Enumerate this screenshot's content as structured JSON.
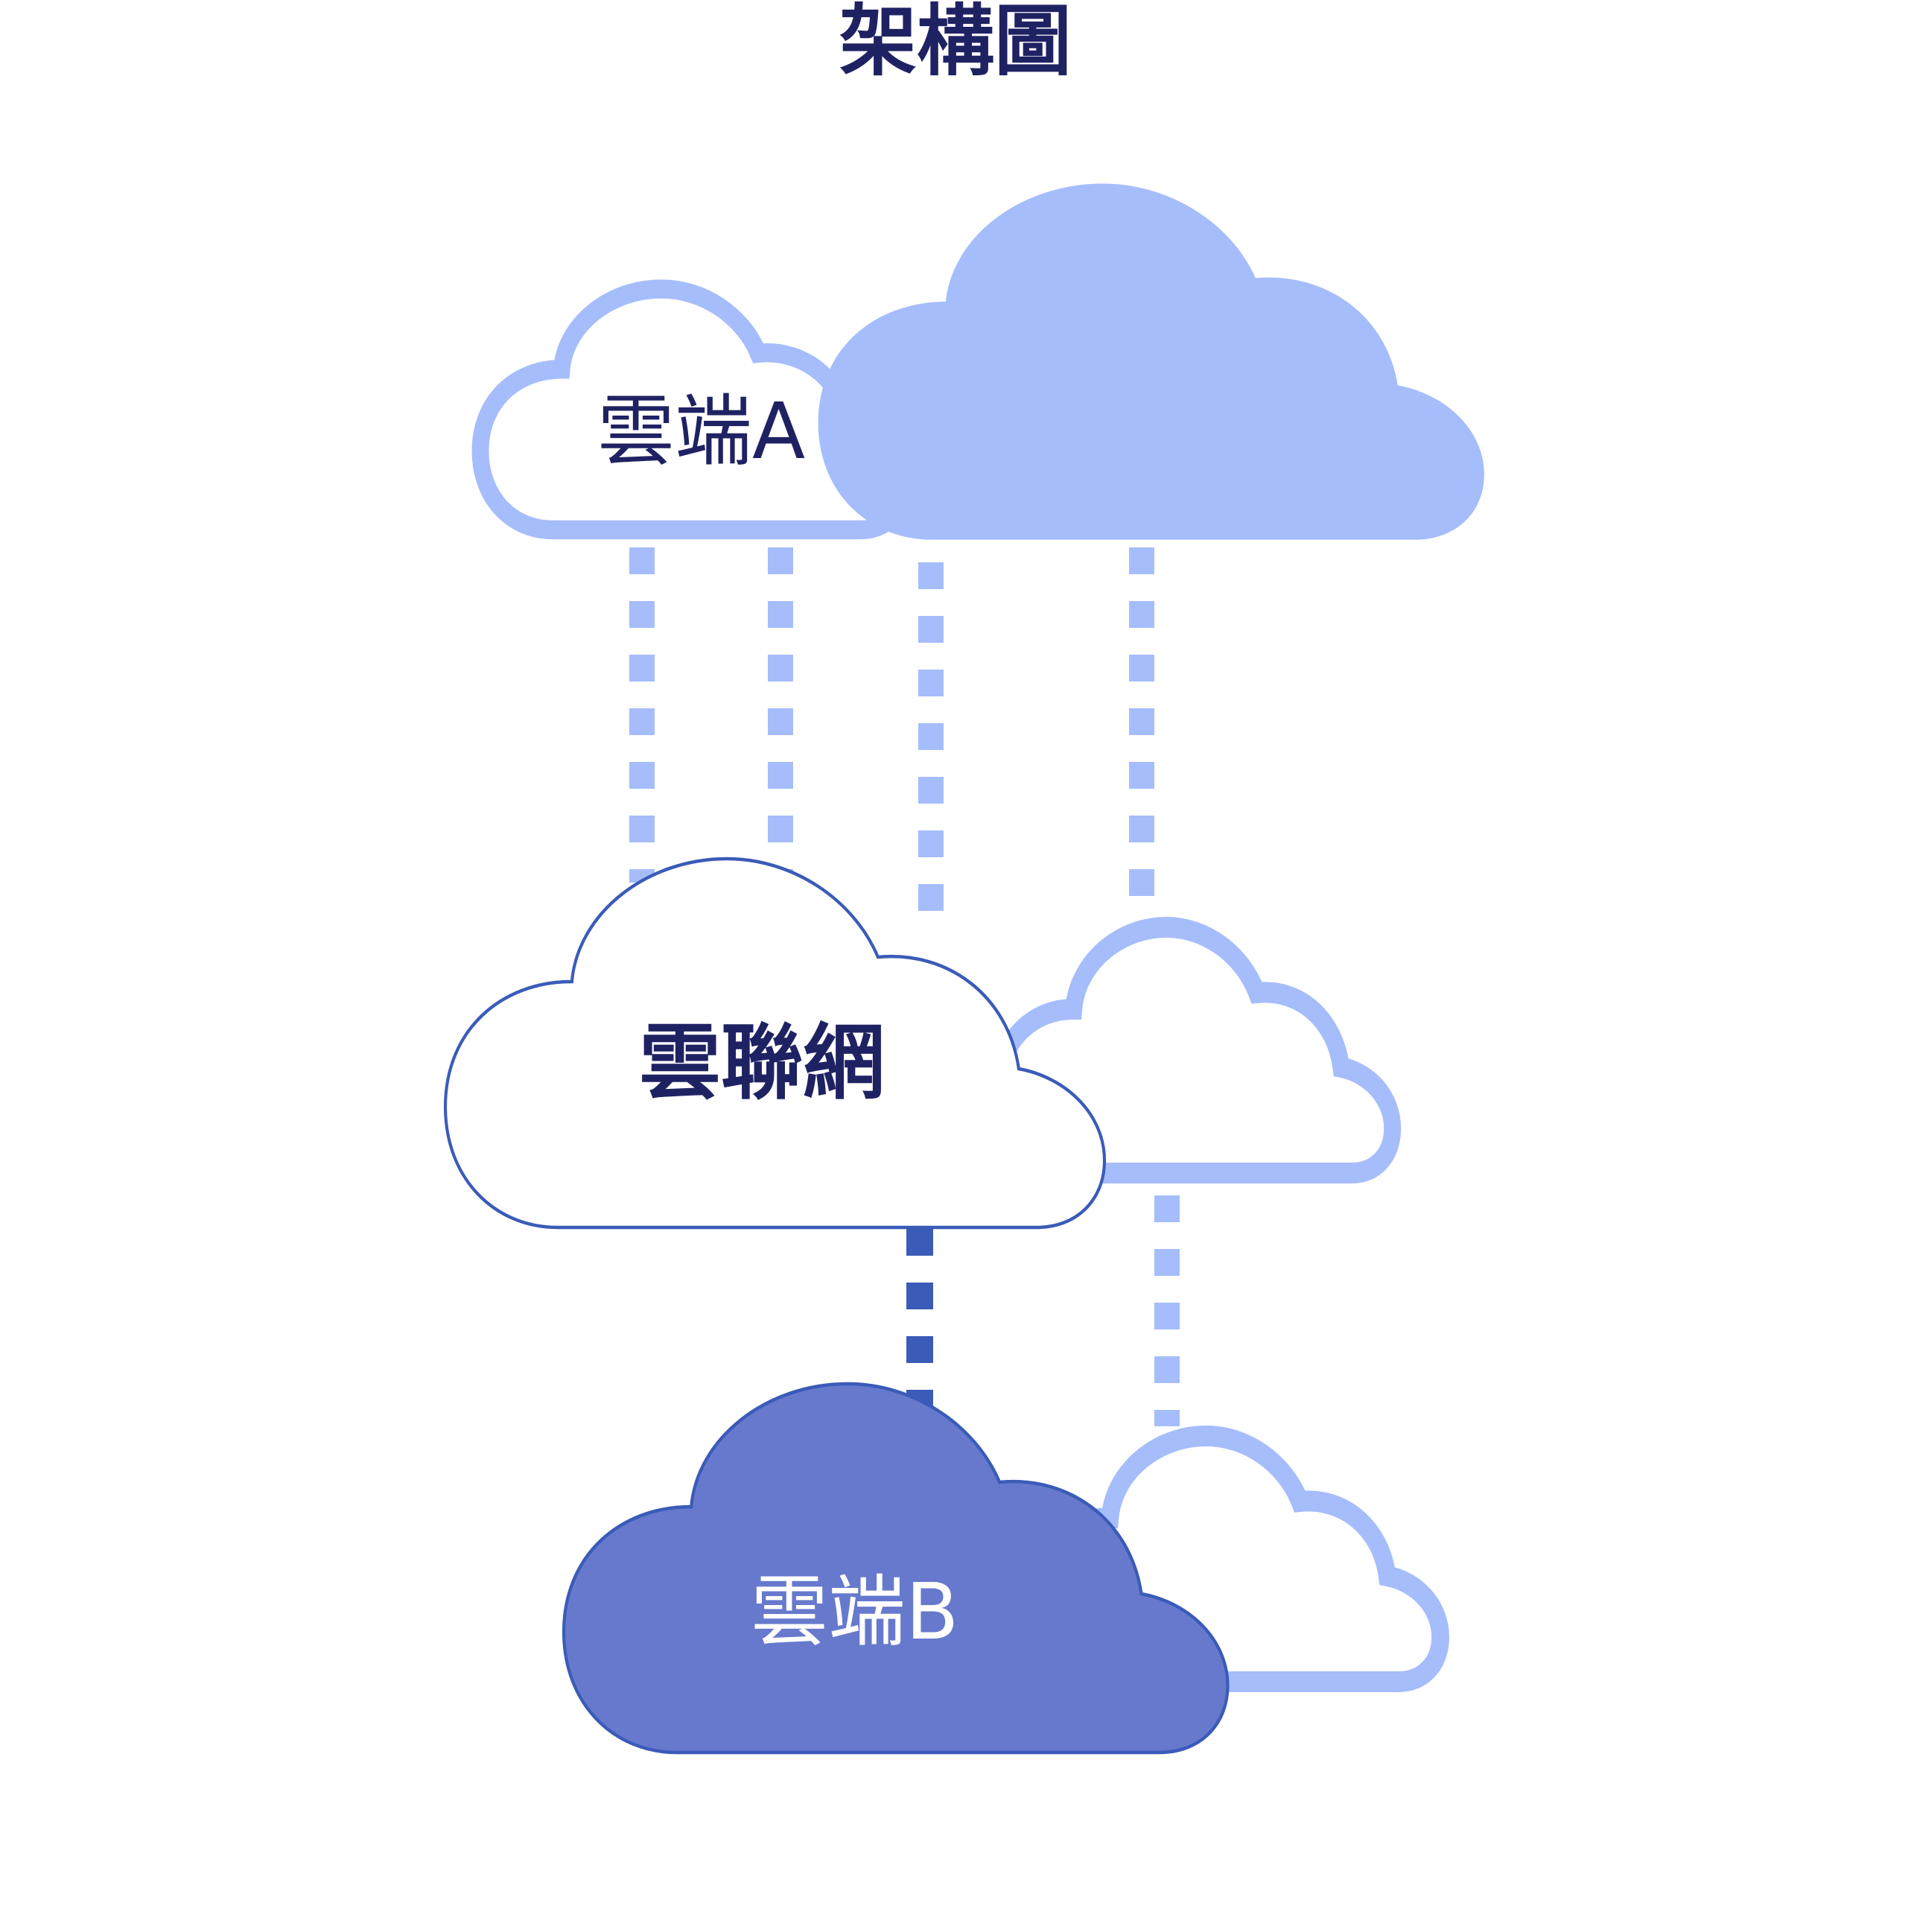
{
  "title": "架構圖",
  "nodes": {
    "cloud_a": {
      "label": "雲端A"
    },
    "interconnect": {
      "label": "雲聯網"
    },
    "cloud_b": {
      "label": "雲端B"
    }
  },
  "colors": {
    "title": "#1f2262",
    "label_dark": "#1f2262",
    "label_light": "#ffffff",
    "cloud_light_fill": "#a6bdfc",
    "cloud_light_stroke": "#a6bdfc",
    "cloud_outline_stroke": "#3a5bb8",
    "cloud_b_fill": "#6679cc",
    "cloud_b_stroke": "#3a5bb8",
    "link_light": "#a6bdfc",
    "link_dark": "#3a5bb8"
  }
}
